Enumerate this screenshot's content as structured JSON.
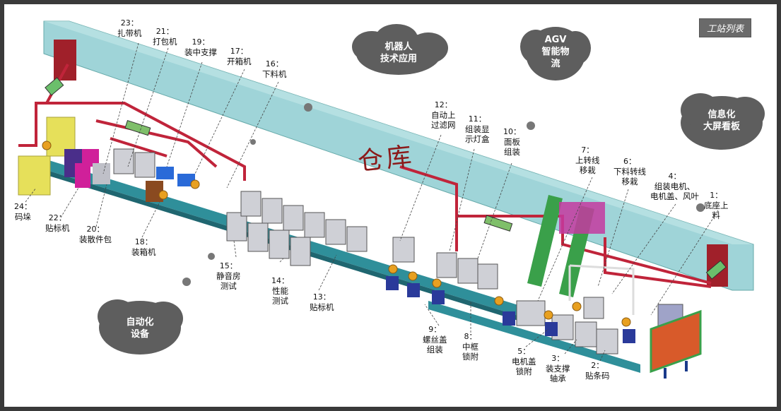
{
  "header": {
    "station_list_label": "工站列表"
  },
  "warehouse": {
    "label": "仓库"
  },
  "clouds": [
    {
      "id": "robot",
      "lines": [
        "机器人",
        "技术应用"
      ]
    },
    {
      "id": "agv",
      "lines": [
        "AGV",
        "智能物",
        "流"
      ]
    },
    {
      "id": "info",
      "lines": [
        "信息化",
        "大屏看板"
      ]
    },
    {
      "id": "auto",
      "lines": [
        "自动化",
        "设备"
      ]
    }
  ],
  "stations": [
    {
      "num": "23：",
      "lines": [
        "扎带机"
      ]
    },
    {
      "num": "21：",
      "lines": [
        "打包机"
      ]
    },
    {
      "num": "19：",
      "lines": [
        "装中支撑"
      ]
    },
    {
      "num": "17：",
      "lines": [
        "开箱机"
      ]
    },
    {
      "num": "16：",
      "lines": [
        "下料机"
      ]
    },
    {
      "num": "12：",
      "lines": [
        "自动上",
        "过滤网"
      ]
    },
    {
      "num": "11：",
      "lines": [
        "组装显",
        "示灯盒"
      ]
    },
    {
      "num": "10：",
      "lines": [
        "面板",
        "组装"
      ]
    },
    {
      "num": "7：",
      "lines": [
        "上转线",
        "移栽"
      ]
    },
    {
      "num": "6：",
      "lines": [
        "下料转线",
        "移栽"
      ]
    },
    {
      "num": "4：",
      "lines": [
        "组装电机、",
        "电机盖、风叶"
      ]
    },
    {
      "num": "1：",
      "lines": [
        "底座上",
        "料"
      ]
    },
    {
      "num": "24：",
      "lines": [
        "码垛"
      ]
    },
    {
      "num": "22：",
      "lines": [
        "贴标机"
      ]
    },
    {
      "num": "20：",
      "lines": [
        "装散件包"
      ]
    },
    {
      "num": "18：",
      "lines": [
        "装箱机"
      ]
    },
    {
      "num": "15：",
      "lines": [
        "静音房",
        "测试"
      ]
    },
    {
      "num": "14：",
      "lines": [
        "性能",
        "测试"
      ]
    },
    {
      "num": "13：",
      "lines": [
        "贴标机"
      ]
    },
    {
      "num": "9：",
      "lines": [
        "螺丝盖",
        "组装"
      ]
    },
    {
      "num": "8：",
      "lines": [
        "中框",
        "锁附"
      ]
    },
    {
      "num": "5：",
      "lines": [
        "电机盖",
        "锁附"
      ]
    },
    {
      "num": "3：",
      "lines": [
        "装支撑",
        "轴承"
      ]
    },
    {
      "num": "2：",
      "lines": [
        "贴条码"
      ]
    }
  ],
  "colors": {
    "route": "#c0243a",
    "warehouse": "#9fd4d8",
    "conveyor": "#2f8f9a",
    "robot": "#e8a020",
    "cloud": "#5e5e5e"
  }
}
